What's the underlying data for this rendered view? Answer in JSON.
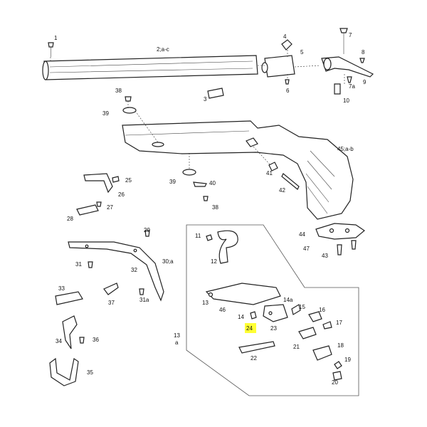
{
  "diagram": {
    "highlight_color": "#ffff33",
    "highlighted_label": "24",
    "labels": {
      "l1": "1",
      "l2": "2;a-c",
      "l3": "3",
      "l4": "4",
      "l5": "5",
      "l6": "6",
      "l7": "7",
      "l7a": "7a",
      "l8": "8",
      "l9": "9",
      "l10": "10",
      "l11": "11",
      "l12": "12",
      "l13": "13",
      "l13a_1": "13",
      "l13a_2": "a",
      "l14": "14",
      "l14a": "14a",
      "l15": "15",
      "l16": "16",
      "l17": "17",
      "l18": "18",
      "l19": "19",
      "l20": "20",
      "l21": "21",
      "l22": "22",
      "l23": "23",
      "l24": "24",
      "l25": "25",
      "l26": "26",
      "l27": "27",
      "l28": "28",
      "l29": "29",
      "l30a": "30;a",
      "l31": "31",
      "l31a": "31a",
      "l32": "32",
      "l33": "33",
      "l34": "34",
      "l35": "35",
      "l36": "36",
      "l37": "37",
      "l38a": "38",
      "l38b": "38",
      "l39a": "39",
      "l39b": "39",
      "l40": "40",
      "l41": "41",
      "l42": "42",
      "l43": "43",
      "l44": "44",
      "l45": "45;a-b",
      "l46": "46",
      "l47": "47"
    }
  }
}
